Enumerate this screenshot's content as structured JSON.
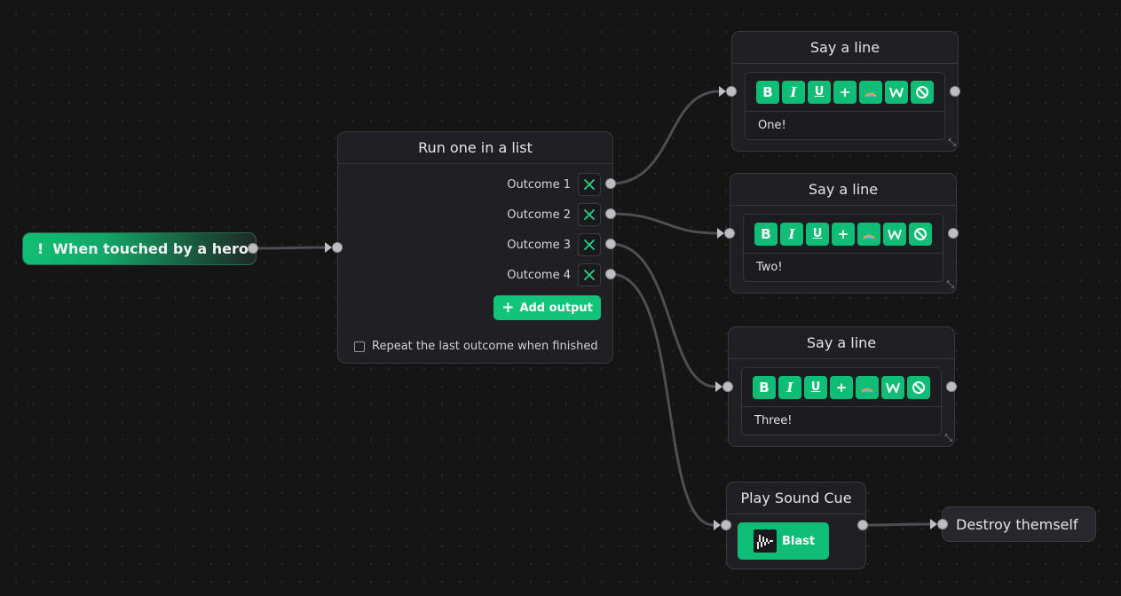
{
  "event": {
    "icon": "exclamation-icon",
    "label": "When touched by a hero"
  },
  "run_list": {
    "title": "Run one in a list",
    "outcomes": [
      {
        "label": "Outcome 1"
      },
      {
        "label": "Outcome 2"
      },
      {
        "label": "Outcome 3"
      },
      {
        "label": "Outcome 4"
      }
    ],
    "add_output_label": "Add output",
    "repeat_label": "Repeat the last outcome when finished",
    "repeat_checked": false
  },
  "say_nodes": [
    {
      "title": "Say a line",
      "text": "One!"
    },
    {
      "title": "Say a line",
      "text": "Two!"
    },
    {
      "title": "Say a line",
      "text": "Three!"
    }
  ],
  "toolbar": {
    "bold": "B",
    "italic": "I",
    "underline": "U",
    "add": "+",
    "icons": [
      "bold-icon",
      "italic-icon",
      "underline-icon",
      "plus-icon",
      "rainbow-icon",
      "wave-text-icon",
      "clear-format-icon"
    ]
  },
  "sound": {
    "title": "Play Sound Cue",
    "button_label": "Blast",
    "icon": "waveform-icon"
  },
  "destroy": {
    "label": "Destroy themself"
  },
  "colors": {
    "accent": "#10bd76",
    "background": "#151516",
    "node": "#202024",
    "wire": "#4a4a4e"
  }
}
